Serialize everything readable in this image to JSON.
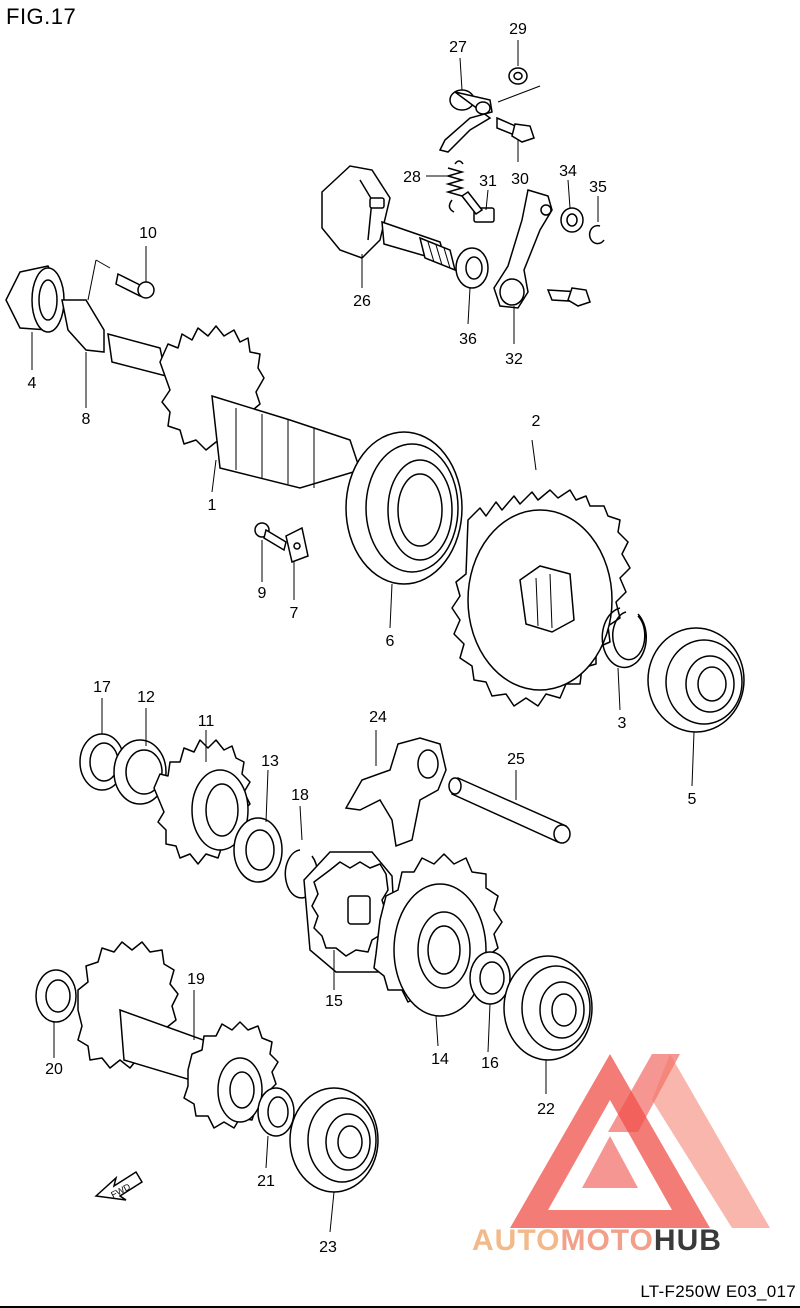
{
  "figure": {
    "title": "FIG.17",
    "code": "LT-F250W E03_017"
  },
  "direction_marker": {
    "label": "FWD"
  },
  "watermark": {
    "part1": "AUTO",
    "part2": "MOTO",
    "part3": "HUB",
    "triangle_color": "#f0504a",
    "auto_color": "#f2b98a",
    "hub_color": "#3a3a3a"
  },
  "callouts": [
    "1",
    "2",
    "3",
    "4",
    "5",
    "6",
    "7",
    "8",
    "9",
    "10",
    "11",
    "12",
    "13",
    "14",
    "15",
    "16",
    "17",
    "18",
    "19",
    "20",
    "21",
    "22",
    "23",
    "24",
    "25",
    "26",
    "27",
    "28",
    "29",
    "30",
    "31",
    "32",
    "34",
    "35",
    "36"
  ]
}
